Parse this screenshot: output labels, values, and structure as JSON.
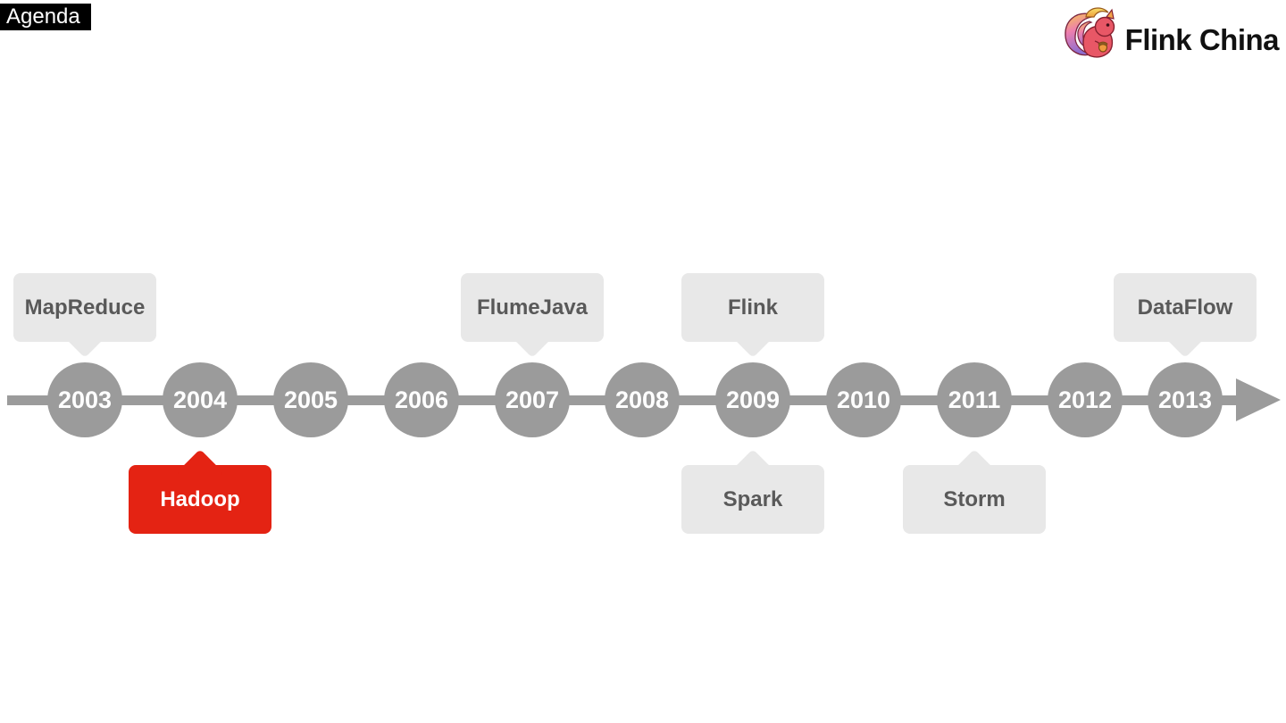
{
  "slide": {
    "agenda_label": "Agenda",
    "brand": {
      "name": "Flink China",
      "logo_icon": "flink-squirrel"
    }
  },
  "timeline": {
    "years": [
      "2003",
      "2004",
      "2005",
      "2006",
      "2007",
      "2008",
      "2009",
      "2010",
      "2011",
      "2012",
      "2013"
    ],
    "events": [
      {
        "label": "MapReduce",
        "year": "2003",
        "side": "above",
        "style": "gray"
      },
      {
        "label": "Hadoop",
        "year": "2004",
        "side": "below",
        "style": "red"
      },
      {
        "label": "FlumeJava",
        "year": "2007",
        "side": "above",
        "style": "gray"
      },
      {
        "label": "Flink",
        "year": "2009",
        "side": "above",
        "style": "gray"
      },
      {
        "label": "Spark",
        "year": "2009",
        "side": "below",
        "style": "gray"
      },
      {
        "label": "Storm",
        "year": "2011",
        "side": "below",
        "style": "gray"
      },
      {
        "label": "DataFlow",
        "year": "2013",
        "side": "above",
        "style": "gray"
      }
    ],
    "colors": {
      "node": "#9b9b9b",
      "callout_bg": "#e8e8e8",
      "callout_text": "#595959",
      "highlight": "#e42313",
      "highlight_text": "#ffffff"
    }
  }
}
